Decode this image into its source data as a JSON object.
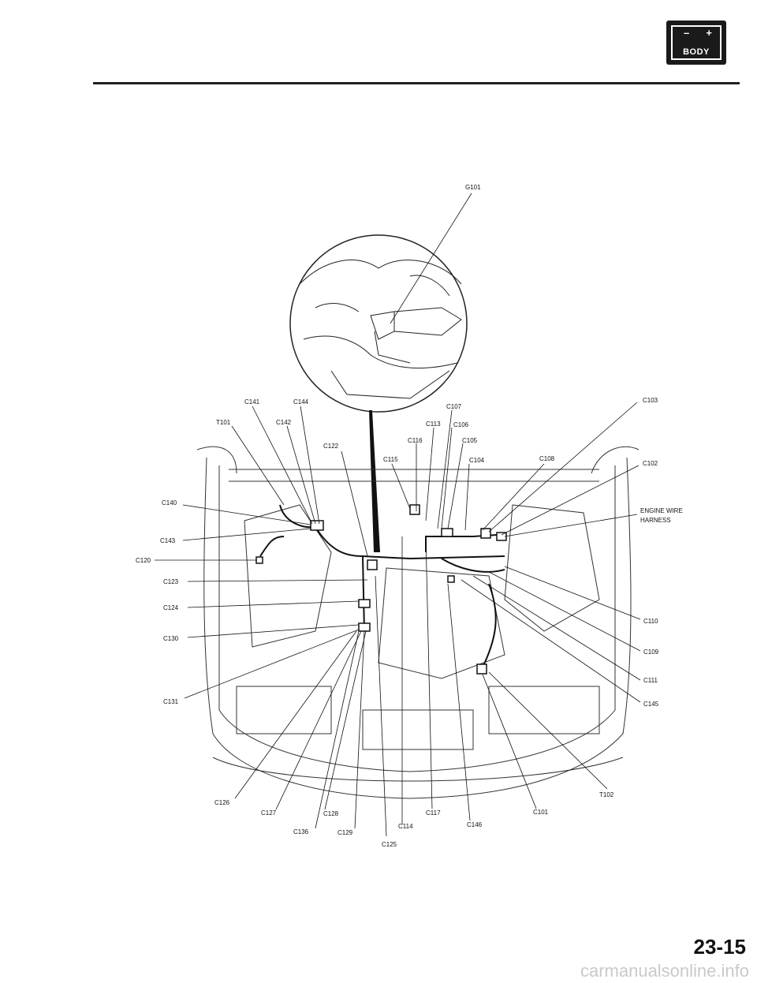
{
  "header": {
    "badge": {
      "minus": "–",
      "plus": "+",
      "text": "BODY",
      "color": "#1a1a1a"
    }
  },
  "diagram": {
    "labels": {
      "g101": "G101",
      "c141": "C141",
      "c144": "C144",
      "t101": "T101",
      "c142": "C142",
      "c122": "C122",
      "c107": "C107",
      "c113": "C113",
      "c106": "C106",
      "c116": "C116",
      "c105": "C105",
      "c115": "C115",
      "c104": "C104",
      "c108": "C108",
      "c103": "C103",
      "c102": "C102",
      "engine_wire_1": "ENGINE WIRE",
      "engine_wire_2": "HARNESS",
      "c140": "C140",
      "c143": "C143",
      "c120": "C120",
      "c123": "C123",
      "c124": "C124",
      "c130": "C130",
      "c131": "C131",
      "c110": "C110",
      "c109": "C109",
      "c111": "C111",
      "c145": "C145",
      "t102": "T102",
      "c126": "C126",
      "c127": "C127",
      "c128": "C128",
      "c136": "C136",
      "c129": "C129",
      "c114": "C114",
      "c125": "C125",
      "c117": "C117",
      "c146": "C146",
      "c101": "C101"
    }
  },
  "footer": {
    "page_number": "23-15",
    "watermark": "carmanualsonline.info"
  }
}
